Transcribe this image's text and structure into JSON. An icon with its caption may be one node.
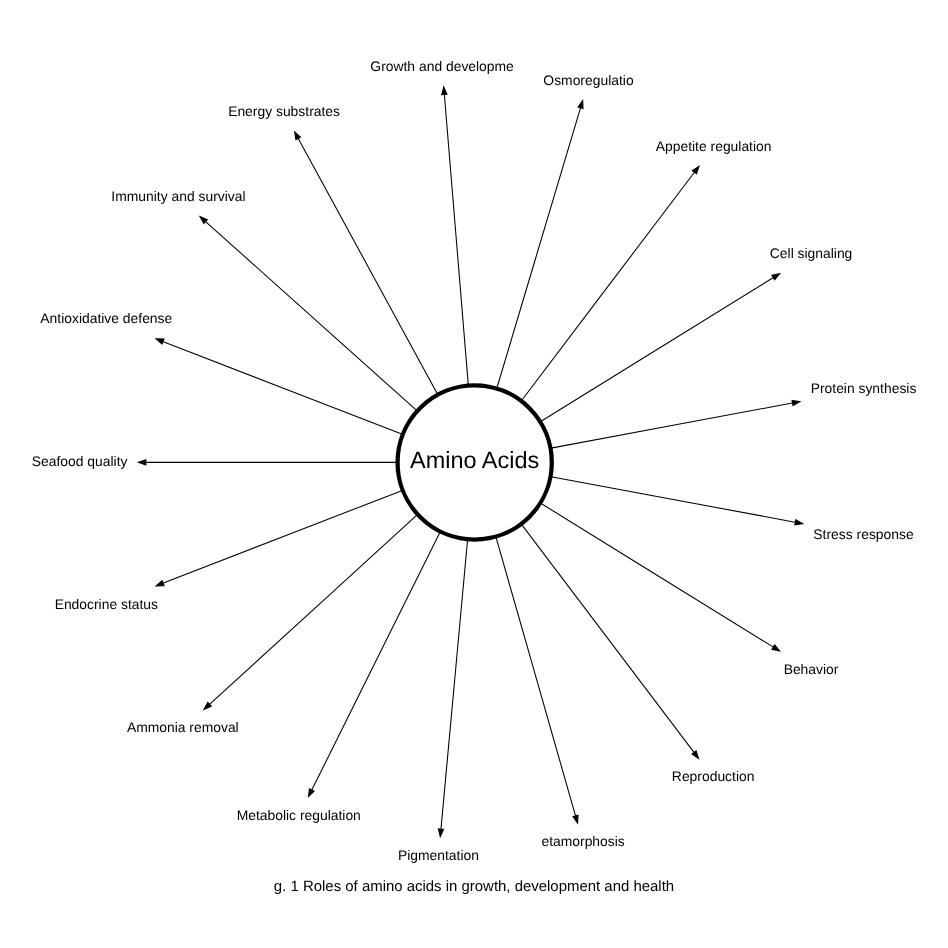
{
  "diagram": {
    "caption": "g. 1 Roles of amino acids in growth, development and health",
    "nodes": [
      {
        "text": [
          "Amino Acids"
        ]
      },
      {
        "text": [
          "Protein synthesis"
        ]
      },
      {
        "text": [
          "Cell signaling"
        ]
      },
      {
        "text": [
          "Appetite regulation"
        ]
      },
      {
        "text": [
          "Osmoregulatio"
        ]
      },
      {
        "text": [
          "Growth and developme"
        ]
      },
      {
        "text": [
          "Energy substrates"
        ]
      },
      {
        "text": [
          "Immunity and survival"
        ]
      },
      {
        "text": [
          "Antioxidative defense"
        ]
      },
      {
        "text": [
          "Seafood quality"
        ]
      },
      {
        "text": [
          "Endocrine status"
        ]
      },
      {
        "text": [
          "Ammonia removal"
        ]
      },
      {
        "text": [
          "Metabolic regulation"
        ]
      },
      {
        "text": [
          "Pigmentation"
        ]
      },
      {
        "text": [
          "etamorphosis"
        ]
      },
      {
        "text": [
          "Reproduction"
        ]
      },
      {
        "text": [
          "Behavior"
        ]
      },
      {
        "text": [
          "Stress response"
        ]
      }
    ],
    "edges": [
      {
        "from": 0,
        "to": 1,
        "arrow": "to"
      },
      {
        "from": 0,
        "to": 2,
        "arrow": "to"
      },
      {
        "from": 0,
        "to": 3,
        "arrow": "to"
      },
      {
        "from": 0,
        "to": 4,
        "arrow": "to"
      },
      {
        "from": 0,
        "to": 5,
        "arrow": "to"
      },
      {
        "from": 0,
        "to": 6,
        "arrow": "to"
      },
      {
        "from": 0,
        "to": 7,
        "arrow": "to"
      },
      {
        "from": 0,
        "to": 8,
        "arrow": "to"
      },
      {
        "from": 0,
        "to": 9,
        "arrow": "to"
      },
      {
        "from": 0,
        "to": 10,
        "arrow": "to"
      },
      {
        "from": 0,
        "to": 11,
        "arrow": "to"
      },
      {
        "from": 0,
        "to": 12,
        "arrow": "to"
      },
      {
        "from": 0,
        "to": 13,
        "arrow": "to"
      },
      {
        "from": 0,
        "to": 14,
        "arrow": "to"
      },
      {
        "from": 0,
        "to": 15,
        "arrow": "to"
      },
      {
        "from": 0,
        "to": 16,
        "arrow": "to"
      },
      {
        "from": 0,
        "to": 17,
        "arrow": "to"
      }
    ]
  }
}
